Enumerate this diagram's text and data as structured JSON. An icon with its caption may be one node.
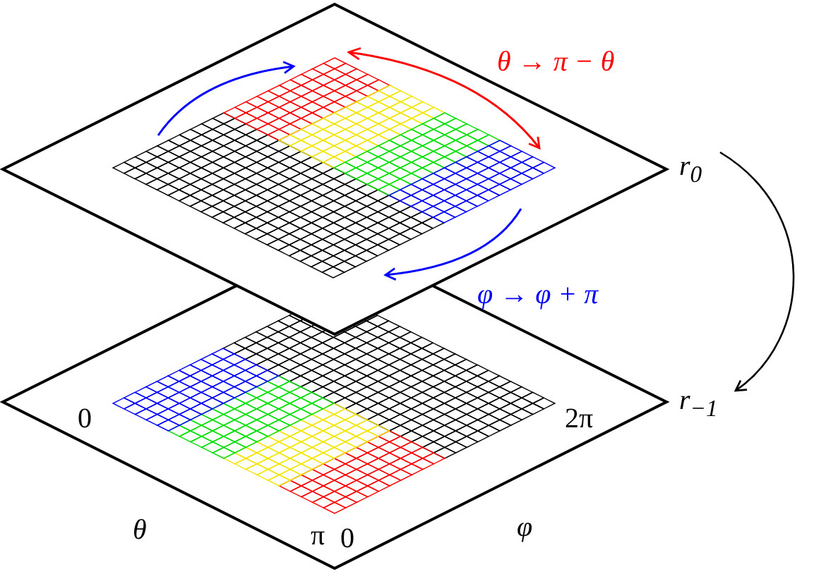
{
  "diagram": {
    "nodes": [
      {
        "text": [
          "r$_{0}$"
        ]
      },
      {
        "text": [
          "r$_{−1}$"
        ]
      }
    ],
    "edges": [
      {
        "from": 0,
        "to": 1,
        "arrow": "to"
      }
    ],
    "labels": [
      "θ → π − θ",
      "φ → φ + π",
      "0",
      "2π",
      "θ",
      "π",
      "0",
      "φ"
    ]
  }
}
